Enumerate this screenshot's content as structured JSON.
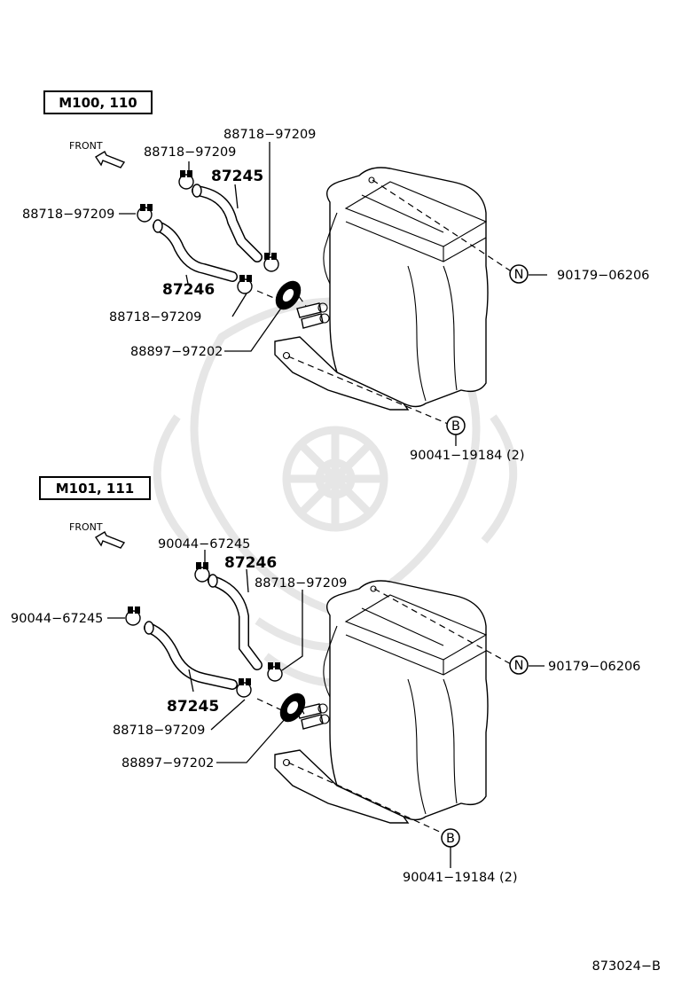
{
  "sections": [
    {
      "model": "M100, 110",
      "front": "FRONT",
      "labels": {
        "clamp_top_left": "88718−97209",
        "clamp_top_right": "88718−97209",
        "hose_upper": "87245",
        "clamp_left": "88718−97209",
        "hose_lower": "87246",
        "clamp_mid": "88718−97209",
        "gasket": "88897−97202",
        "nut": "90179−06206",
        "bolt": "90041−19184 (2)"
      }
    },
    {
      "model": "M101, 111",
      "front": "FRONT",
      "labels": {
        "clamp_top_left": "90044−67245",
        "clamp_top_right": "88718−97209",
        "hose_upper": "87246",
        "clamp_left": "90044−67245",
        "hose_lower": "87245",
        "clamp_mid": "88718−97209",
        "gasket": "88897−97202",
        "nut": "90179−06206",
        "bolt": "90041−19184 (2)"
      }
    }
  ],
  "callouts": {
    "nut_letter": "N",
    "bolt_letter": "B"
  },
  "figure_code": "873024−B"
}
